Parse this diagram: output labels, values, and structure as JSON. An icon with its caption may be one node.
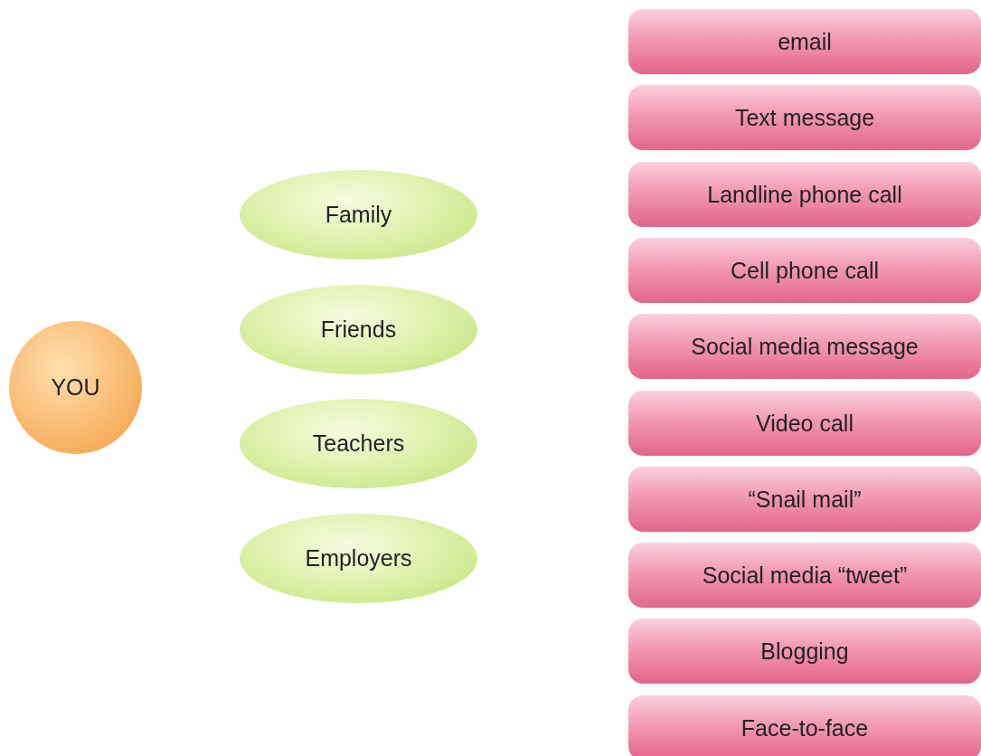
{
  "diagram": {
    "nodes": [
      {
        "text": [
          "YOU"
        ]
      },
      {
        "text": [
          "Family"
        ]
      },
      {
        "text": [
          "Friends"
        ]
      },
      {
        "text": [
          "Teachers"
        ]
      },
      {
        "text": [
          "Employers"
        ]
      },
      {
        "text": [
          "email"
        ]
      },
      {
        "text": [
          "Text message"
        ]
      },
      {
        "text": [
          "Landline phone call"
        ]
      },
      {
        "text": [
          "Cell phone call"
        ]
      },
      {
        "text": [
          "Social media message"
        ]
      },
      {
        "text": [
          "Video call"
        ]
      },
      {
        "text": [
          "“Snail mail”"
        ]
      },
      {
        "text": [
          "Social media “tweet”"
        ]
      },
      {
        "text": [
          "Blogging"
        ]
      },
      {
        "text": [
          "Face-to-face"
        ]
      }
    ]
  }
}
